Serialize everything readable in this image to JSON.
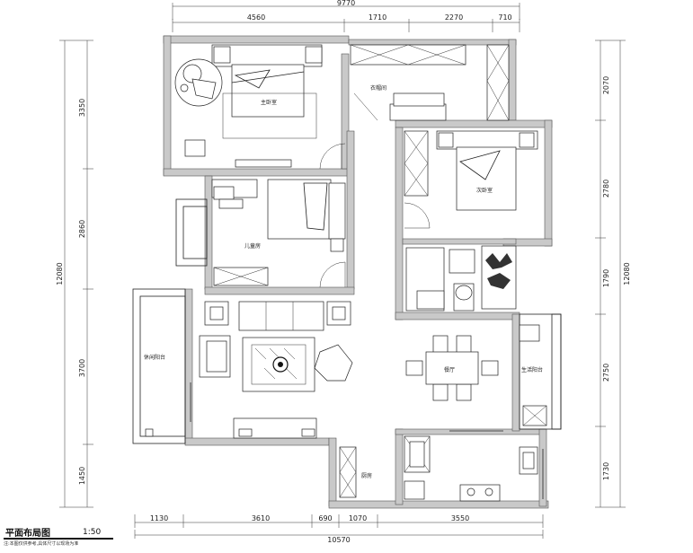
{
  "plan": {
    "title": "平面布局图",
    "scale": "1:50",
    "subtitle": "注:本图仅供参考,具体尺寸以现场为准"
  },
  "dimensions": {
    "top": {
      "total": "9770",
      "segments": [
        "4560",
        "1710",
        "2270",
        "710"
      ]
    },
    "bottom": {
      "total": "10570",
      "segments": [
        "1130",
        "3610",
        "690",
        "1070",
        "3550"
      ]
    },
    "left": {
      "total": "12080",
      "segments": [
        "3350",
        "2860",
        "3700",
        "1450"
      ]
    },
    "right": {
      "total": "12080",
      "segments": [
        "2070",
        "2780",
        "1790",
        "2750",
        "1730"
      ]
    }
  },
  "rooms": {
    "master_bedroom": "主卧室",
    "cloakroom": "衣帽间",
    "second_bedroom": "次卧室",
    "guest_bedroom": "儿童房",
    "leisure_balcony": "休闲阳台",
    "dining": "餐厅",
    "living_balcony": "生活阳台",
    "kitchen_area": "厨房"
  }
}
